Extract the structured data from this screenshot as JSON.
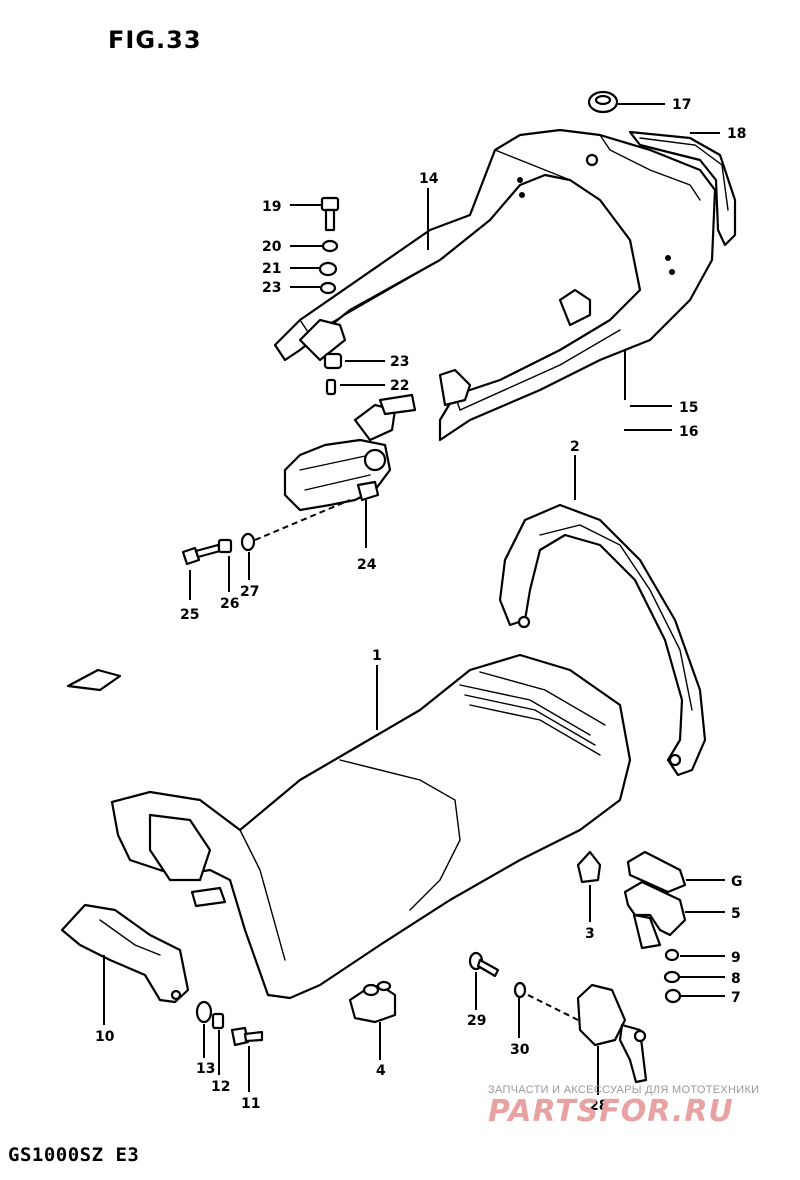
{
  "figure": {
    "title": "FIG.33",
    "model_code": "GS1000SZ E3"
  },
  "watermark": {
    "caption": "ЗАПЧАСТИ И АКСЕССУАРЫ ДЛЯ МОТОТЕХНИКИ",
    "logo": "PARTSFOR.RU"
  },
  "callouts": {
    "c1": "1",
    "c2": "2",
    "c3": "3",
    "c4": "4",
    "c5": "5",
    "c6": "G",
    "c7": "7",
    "c8": "8",
    "c9": "9",
    "c10": "10",
    "c11": "11",
    "c12": "12",
    "c13": "13",
    "c14": "14",
    "c15": "15",
    "c16": "16",
    "c17": "17",
    "c18": "18",
    "c19": "19",
    "c20": "20",
    "c21": "21",
    "c22": "22",
    "c23a": "23",
    "c23b": "23",
    "c24": "24",
    "c25": "25",
    "c26": "26",
    "c27": "27",
    "c28": "28",
    "c29": "29",
    "c30": "30"
  },
  "colors": {
    "line": "#000000",
    "background": "#ffffff",
    "watermark": "#e8a2a2"
  }
}
